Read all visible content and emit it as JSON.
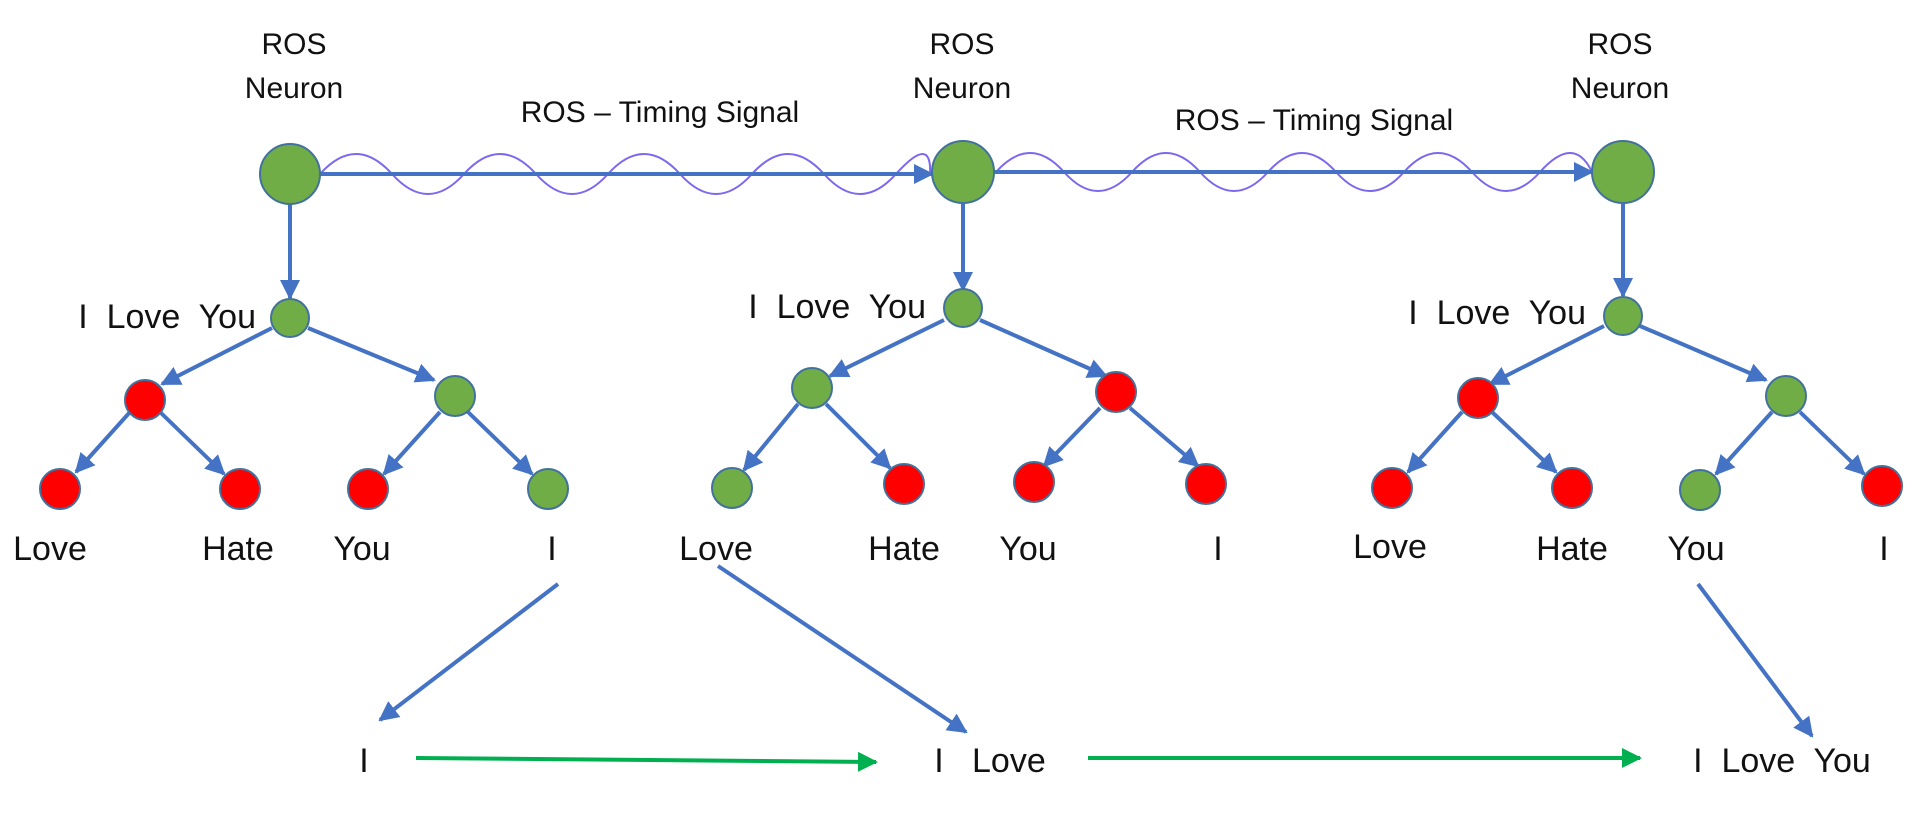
{
  "colors": {
    "edge": "#4472C4",
    "node_green": "#70AD47",
    "node_red": "#FF0000",
    "node_stroke": "#41719C",
    "wave": "#7B68EE",
    "output_arrow": "#00B050"
  },
  "neurons": [
    {
      "line1": "ROS",
      "line2": "Neuron"
    },
    {
      "line1": "ROS",
      "line2": "Neuron"
    },
    {
      "line1": "ROS",
      "line2": "Neuron"
    }
  ],
  "timing_signals": [
    "ROS – Timing Signal",
    "ROS – Timing Signal"
  ],
  "trees": [
    {
      "root_label": "I  Love  You",
      "mid_nodes": [
        {
          "state": "red"
        },
        {
          "state": "green"
        }
      ],
      "leaves": [
        {
          "word": "Love",
          "state": "red"
        },
        {
          "word": "Hate",
          "state": "red"
        },
        {
          "word": "You",
          "state": "red"
        },
        {
          "word": "I",
          "state": "green"
        }
      ]
    },
    {
      "root_label": "I  Love  You",
      "mid_nodes": [
        {
          "state": "green"
        },
        {
          "state": "red"
        }
      ],
      "leaves": [
        {
          "word": "Love",
          "state": "green"
        },
        {
          "word": "Hate",
          "state": "red"
        },
        {
          "word": "You",
          "state": "red"
        },
        {
          "word": "I",
          "state": "red"
        }
      ]
    },
    {
      "root_label": "I  Love  You",
      "mid_nodes": [
        {
          "state": "red"
        },
        {
          "state": "green"
        }
      ],
      "leaves": [
        {
          "word": "Love",
          "state": "red"
        },
        {
          "word": "Hate",
          "state": "red"
        },
        {
          "word": "You",
          "state": "green"
        },
        {
          "word": "I",
          "state": "red"
        }
      ]
    }
  ],
  "outputs": [
    "I",
    "I   Love",
    "I  Love  You"
  ]
}
